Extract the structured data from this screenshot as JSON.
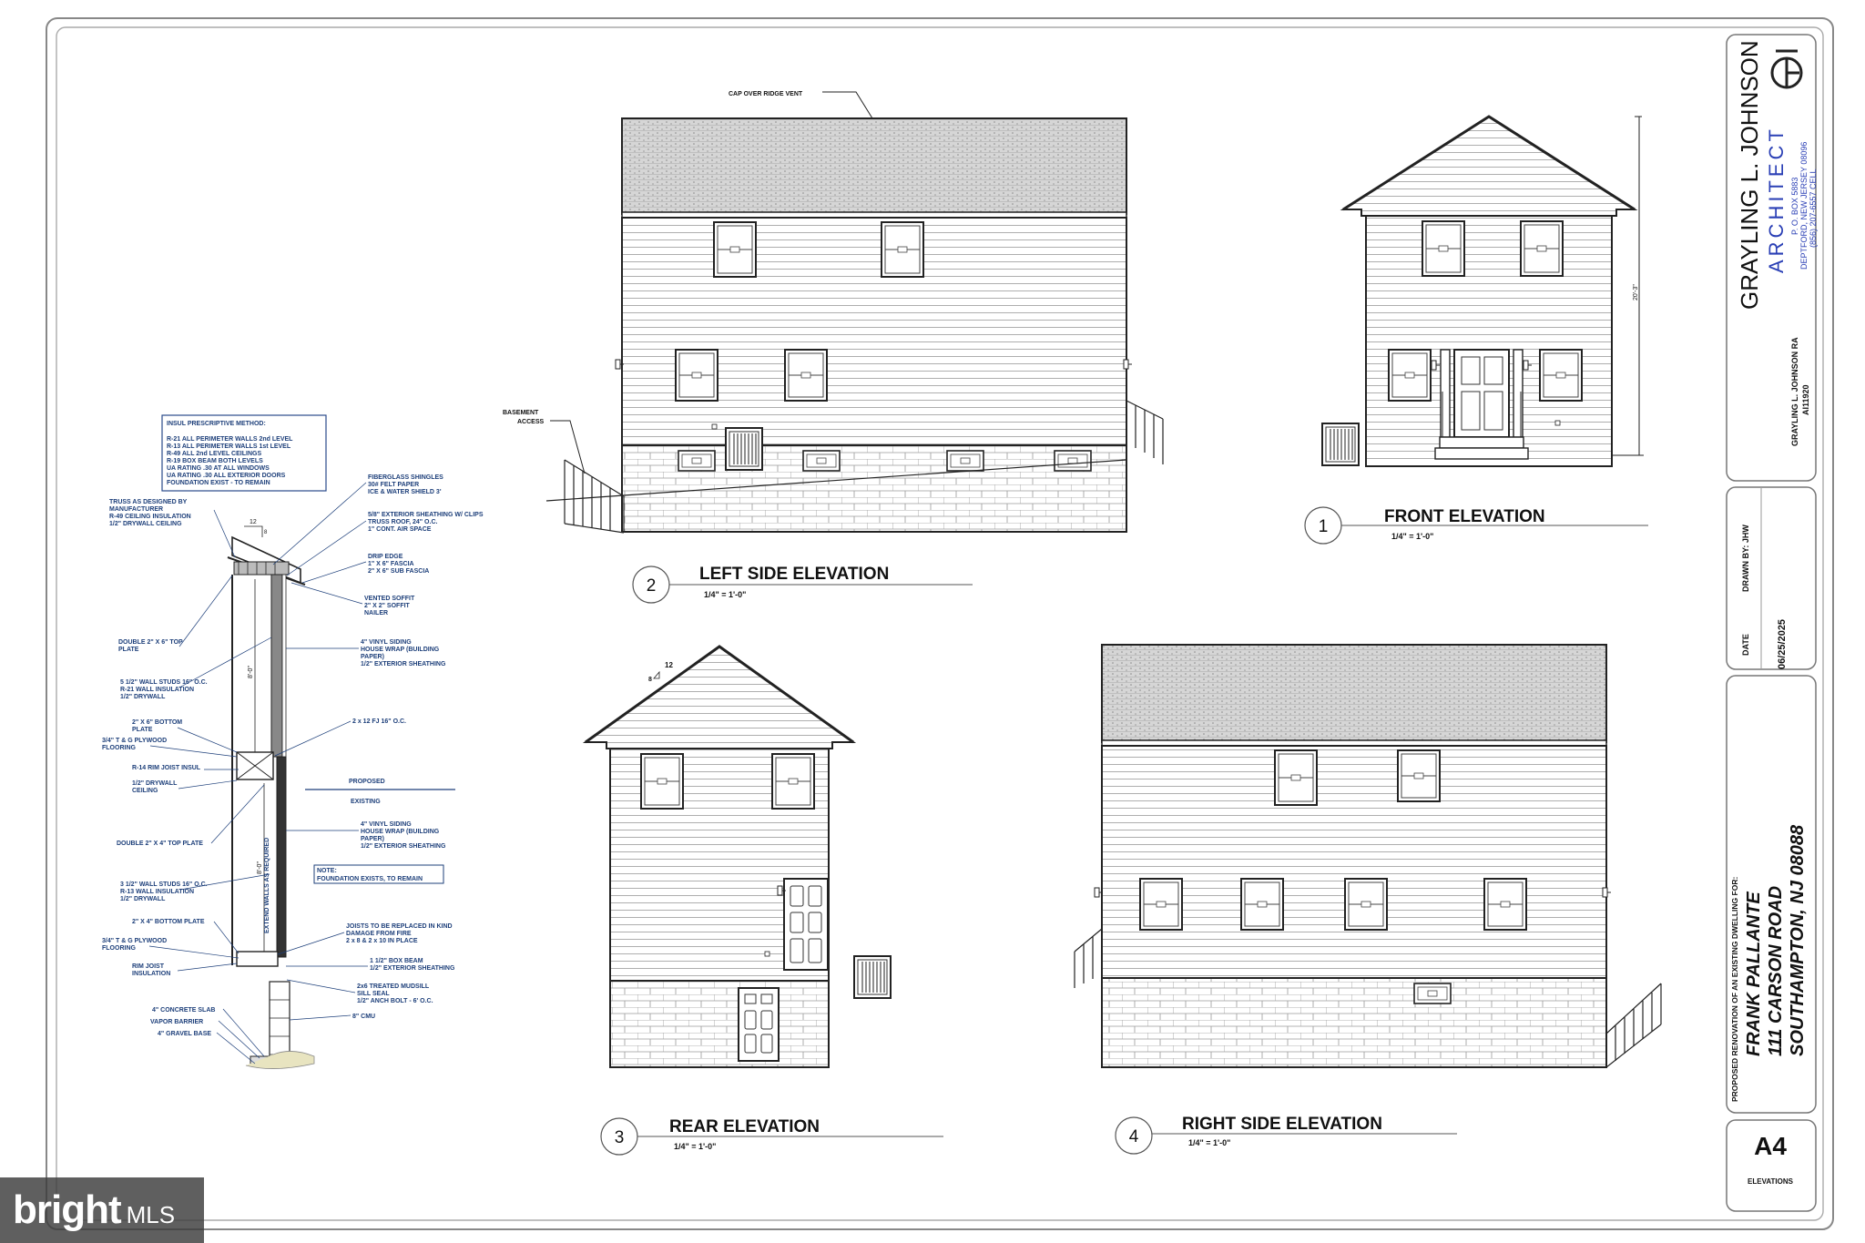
{
  "title_block": {
    "architect_name": "GRAYLING L. JOHNSON",
    "architect_title": "ARCHITECT",
    "address_1": "P. O. BOX 5883",
    "address_2": "DEPTFORD, NEW JERSEY 08096",
    "phone": "(856) 207-6557 CELL",
    "license_1": "GRAYLING L. JOHNSON RA",
    "license_2": "AI11920",
    "drawn_by": "DRAWN BY: JHW",
    "date_label": "DATE",
    "date_value": "06/25/2025",
    "project_desc": "PROPOSED RENOVATION OF AN EXISTING DWELLING FOR:",
    "client": "FRANK PALLANTE",
    "street": "111 CARSON ROAD",
    "city": "SOUTHAMPTON, NJ 08088",
    "sheet_number": "A4",
    "sheet_title": "ELEVATIONS"
  },
  "elevations": [
    {
      "number": "1",
      "title": "FRONT ELEVATION",
      "scale": "1/4\" = 1'-0\""
    },
    {
      "number": "2",
      "title": "LEFT SIDE ELEVATION",
      "scale": "1/4\" = 1'-0\""
    },
    {
      "number": "3",
      "title": "REAR ELEVATION",
      "scale": "1/4\" = 1'-0\""
    },
    {
      "number": "4",
      "title": "RIGHT SIDE ELEVATION",
      "scale": "1/4\" = 1'-0\""
    }
  ],
  "annotations": {
    "cap_ridge": "CAP OVER RIDGE VENT",
    "basement_1": "BASEMENT",
    "basement_2": "ACCESS",
    "height_dim": "20'-3\"",
    "pitch_12": "12",
    "pitch_8": "8"
  },
  "insulation": {
    "heading": "INSUL PRESCRIPTIVE METHOD:",
    "lines": [
      "R-21 ALL PERIMETER WALLS 2nd LEVEL",
      "R-13 ALL PERIMETER WALLS 1st LEVEL",
      "R-49 ALL 2nd LEVEL CEILINGS",
      "R-19 BOX BEAM BOTH LEVELS",
      "UA RATING .30 AT ALL WINDOWS",
      "UA RATING .30 ALL EXTERIOR DOORS",
      "FOUNDATION EXIST - TO REMAIN"
    ]
  },
  "section": {
    "proposed": "PROPOSED",
    "existing": "EXISTING",
    "note_1": "NOTE:",
    "note_2": "FOUNDATION EXISTS, TO REMAIN",
    "dim_upper": "8'-0\"",
    "dim_lower": "8'-0\"",
    "extend_walls": "EXTEND WALLS AS REQUIRED",
    "left_notes": [
      [
        "TRUSS AS DESIGNED BY",
        "MANUFACTURER",
        "R-49 CEILING INSULATION",
        "1/2\" DRYWALL CEILING"
      ],
      [
        "DOUBLE 2\" X 6\" TOP",
        "PLATE"
      ],
      [
        "5 1/2\" WALL STUDS 16\" O.C.",
        "R-21 WALL INSULATION",
        "1/2\" DRYWALL"
      ],
      [
        "2\" X 6\" BOTTOM",
        "PLATE"
      ],
      [
        "3/4\" T & G PLYWOOD",
        "FLOORING"
      ],
      [
        "R-14 RIM JOIST INSUL"
      ],
      [
        "1/2\" DRYWALL",
        "CEILING"
      ],
      [
        "DOUBLE 2\" X 4\" TOP PLATE"
      ],
      [
        "3 1/2\" WALL STUDS 16\" O.C.",
        "R-13 WALL INSULATION",
        "1/2\" DRYWALL"
      ],
      [
        "2\" X 4\" BOTTOM PLATE"
      ],
      [
        "3/4\" T & G PLYWOOD",
        "FLOORING"
      ],
      [
        "RIM JOIST",
        "INSULATION"
      ],
      [
        "4\" CONCRETE SLAB"
      ],
      [
        "VAPOR BARRIER"
      ],
      [
        "4\" GRAVEL BASE"
      ]
    ],
    "right_notes": [
      [
        "FIBERGLASS SHINGLES",
        "30# FELT PAPER",
        "ICE & WATER SHIELD 3'"
      ],
      [
        "5/8\" EXTERIOR SHEATHING W/ CLIPS",
        "TRUSS ROOF, 24\" O.C.",
        "1\" CONT. AIR SPACE"
      ],
      [
        "DRIP EDGE",
        "1\" X 6\" FASCIA",
        "2\" X 6\" SUB FASCIA"
      ],
      [
        "VENTED SOFFIT",
        "2\" X 2\" SOFFIT",
        "NAILER"
      ],
      [
        "4\" VINYL SIDING",
        "HOUSE WRAP (BUILDING",
        "PAPER)",
        "1/2\" EXTERIOR SHEATHING"
      ],
      [
        "2 x 12 FJ 16\" O.C."
      ],
      [
        "4\" VINYL SIDING",
        "HOUSE WRAP (BUILDING",
        "PAPER)",
        "1/2\" EXTERIOR SHEATHING"
      ],
      [
        "JOISTS TO BE REPLACED IN KIND",
        "DAMAGE FROM FIRE",
        "2 x 8 & 2 x 10 IN PLACE"
      ],
      [
        "1 1/2\" BOX BEAM",
        "1/2\" EXTERIOR SHEATHING"
      ],
      [
        "2x6 TREATED MUDSILL",
        "SILL SEAL",
        "1/2\" ANCH BOLT - 6' O.C."
      ],
      [
        "8\" CMU"
      ]
    ]
  },
  "watermark": {
    "brand": "bright",
    "suffix": "MLS"
  }
}
